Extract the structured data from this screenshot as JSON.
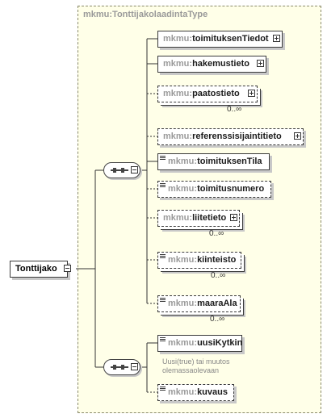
{
  "diagram": {
    "type_name": "mkmu:TonttijakolaadintaType",
    "root_element": "Tonttijako",
    "groups": [
      {
        "kind": "sequence",
        "elements": [
          {
            "prefix": "mkmu:",
            "name": "toimituksenTiedot",
            "optional": false,
            "expandable": true,
            "simple": false,
            "cardinality": ""
          },
          {
            "prefix": "mkmu:",
            "name": "hakemustieto",
            "optional": false,
            "expandable": true,
            "simple": false,
            "cardinality": ""
          },
          {
            "prefix": "mkmu:",
            "name": "paatostieto",
            "optional": true,
            "expandable": true,
            "simple": false,
            "cardinality": "0..∞"
          },
          {
            "prefix": "mkmu:",
            "name": "referenssisijaintitieto",
            "optional": true,
            "expandable": true,
            "simple": false,
            "cardinality": ""
          },
          {
            "prefix": "mkmu:",
            "name": "toimituksenTila",
            "optional": false,
            "expandable": false,
            "simple": true,
            "cardinality": ""
          },
          {
            "prefix": "mkmu:",
            "name": "toimitusnumero",
            "optional": true,
            "expandable": false,
            "simple": true,
            "cardinality": ""
          },
          {
            "prefix": "mkmu:",
            "name": "liitetieto",
            "optional": true,
            "expandable": true,
            "simple": false,
            "cardinality": "0..∞"
          },
          {
            "prefix": "mkmu:",
            "name": "kiinteisto",
            "optional": true,
            "expandable": false,
            "simple": true,
            "cardinality": "0..∞"
          },
          {
            "prefix": "mkmu:",
            "name": "maaraAla",
            "optional": true,
            "expandable": false,
            "simple": true,
            "cardinality": "0..∞"
          }
        ]
      },
      {
        "kind": "sequence",
        "elements": [
          {
            "prefix": "mkmu:",
            "name": "uusiKytkin",
            "optional": false,
            "expandable": false,
            "simple": true,
            "cardinality": "",
            "documentation": "Uusi(true) tai muutos\nolemassaolevaan"
          },
          {
            "prefix": "mkmu:",
            "name": "kuvaus",
            "optional": true,
            "expandable": false,
            "simple": true,
            "cardinality": ""
          }
        ]
      }
    ]
  }
}
